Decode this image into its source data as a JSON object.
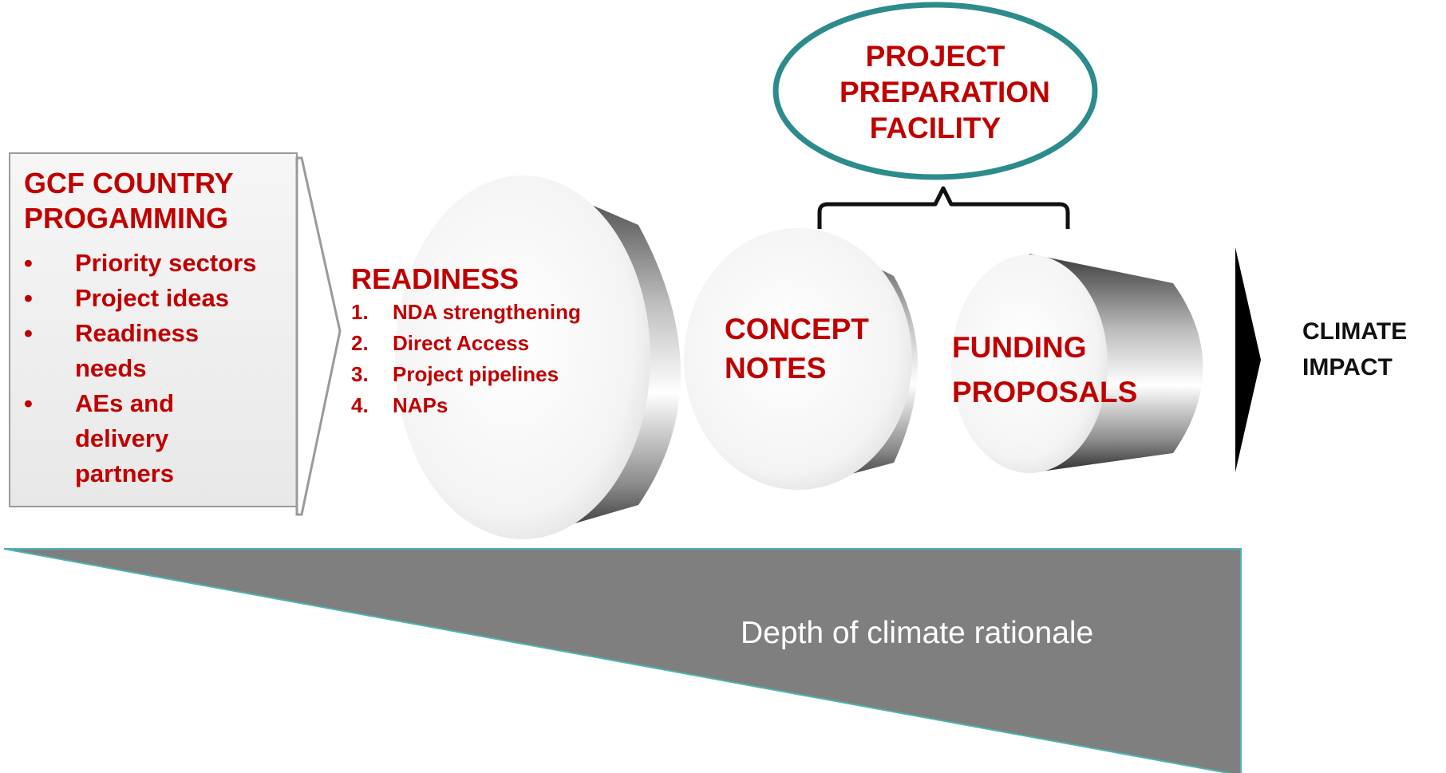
{
  "colors": {
    "accent_red": "#c00000",
    "teal": "#2e8b8b",
    "wedge_gray": "#7f7f7f",
    "box_fill": "#f0f0f0"
  },
  "programming": {
    "title_line1": "GCF COUNTRY",
    "title_line2": "PROGAMMING",
    "items": [
      "Priority sectors",
      "Project ideas",
      "Readiness",
      "needs",
      "AEs and",
      "delivery",
      "partners"
    ]
  },
  "readiness": {
    "title": "READINESS",
    "items": [
      {
        "num": "1.",
        "label": "NDA strengthening"
      },
      {
        "num": "2.",
        "label": "Direct Access"
      },
      {
        "num": "3.",
        "label": "Project pipelines"
      },
      {
        "num": "4.",
        "label": "NAPs"
      }
    ]
  },
  "concept": {
    "line1": "CONCEPT",
    "line2": "NOTES"
  },
  "funding": {
    "line1": "FUNDING",
    "line2": "PROPOSALS"
  },
  "ppf": {
    "line1": "PROJECT",
    "line2": "PREPARATION",
    "line3": "FACILITY"
  },
  "outcome": {
    "line1": "CLIMATE",
    "line2": "IMPACT"
  },
  "wedge_label": "Depth of climate rationale"
}
